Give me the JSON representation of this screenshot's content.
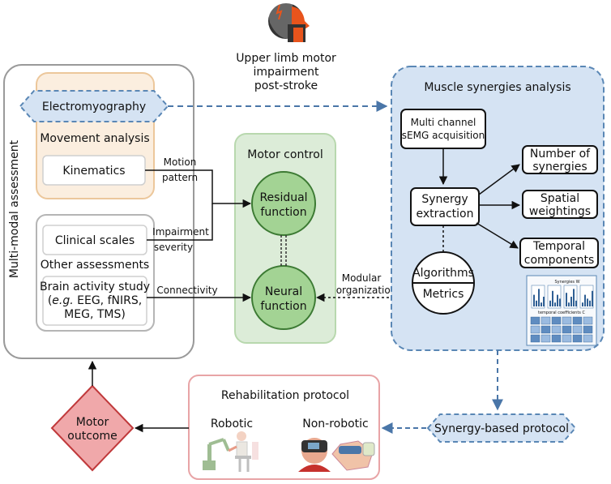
{
  "top": {
    "line1": "Upper limb motor",
    "line2": "impairment",
    "line3": "post-stroke"
  },
  "assessment": {
    "side_label": "Multi-modal assessment",
    "emg": "Electromyography",
    "movement": "Movement analysis",
    "kinematics": "Kinematics",
    "clinical": "Clinical scales",
    "other": "Other assessments",
    "brain1": "Brain activity study",
    "brain2_eg": "e.g.",
    "brain2_rest": " EEG, fNIRS,",
    "brain3": "MEG, TMS)"
  },
  "arrows": {
    "motion1": "Motion",
    "motion2": "pattern",
    "impair1": "Impairment",
    "impair2": "severity",
    "connectivity": "Connectivity",
    "modular1": "Modular",
    "modular2": "organization"
  },
  "motor_control": {
    "title": "Motor control",
    "residual1": "Residual",
    "residual2": "function",
    "neural1": "Neural",
    "neural2": "function"
  },
  "synergy": {
    "title": "Muscle synergies analysis",
    "acq1": "Multi channel",
    "acq2": "sEMG acquisition",
    "extract1": "Synergy",
    "extract2": "extraction",
    "num1": "Number of",
    "num2": "synergies",
    "spatial1": "Spatial",
    "spatial2": "weightings",
    "temporal1": "Temporal",
    "temporal2": "components",
    "algorithms": "Algorithms",
    "metrics": "Metrics",
    "thumb_title": "Synergies W",
    "thumb_sub": "temporal coefficients C"
  },
  "rehab": {
    "title": "Rehabilitation protocol",
    "robotic": "Robotic",
    "nonrobotic": "Non-robotic",
    "protocol": "Synergy-based protocol"
  },
  "outcome": {
    "line1": "Motor",
    "line2": "outcome"
  },
  "colors": {
    "accent_blue": "#5a87b5",
    "synergy_fill": "#d5e3f3",
    "motor_fill": "#dcecd8",
    "circle_fill": "#a3d394",
    "movement_fill": "#fbeedf",
    "movement_border": "#ecc79b",
    "rehab_border": "#e8a4a6",
    "outcome_fill": "#f0a8aa",
    "outcome_border": "#c0393b"
  }
}
